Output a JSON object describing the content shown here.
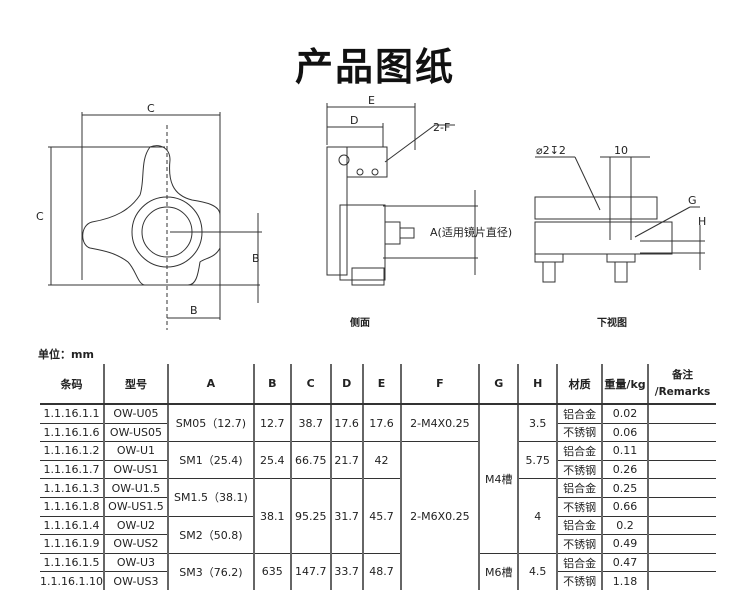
{
  "title": "产品图纸",
  "drawings": {
    "front": {
      "c_top": "C",
      "c_left": "C",
      "b_right": "B",
      "b_bottom": "B"
    },
    "side": {
      "e": "E",
      "d": "D",
      "f": "2-F",
      "a": "A(适用镜片直径)",
      "caption": "侧面"
    },
    "bottom": {
      "hole": "⌀2↧2",
      "ten": "10",
      "g": "G",
      "h": "H",
      "caption": "下视图"
    }
  },
  "unit_label": "单位：mm",
  "table": {
    "headers": [
      "条码",
      "型号",
      "A",
      "B",
      "C",
      "D",
      "E",
      "F",
      "G",
      "H",
      "材质",
      "重量/kg"
    ],
    "remarks_header": [
      "备注",
      "/Remarks"
    ],
    "codes": [
      "1.1.16.1.1",
      "1.1.16.1.6",
      "1.1.16.1.2",
      "1.1.16.1.7",
      "1.1.16.1.3",
      "1.1.16.1.8",
      "1.1.16.1.4",
      "1.1.16.1.9",
      "1.1.16.1.5",
      "1.1.16.1.10"
    ],
    "models": [
      "OW-U05",
      "OW-US05",
      "OW-U1",
      "OW-US1",
      "OW-U1.5",
      "OW-US1.5",
      "OW-U2",
      "OW-US2",
      "OW-U3",
      "OW-US3"
    ],
    "a": [
      "SM05（12.7)",
      "SM1（25.4)",
      "SM1.5（38.1)",
      "SM2（50.8)",
      "SM3（76.2)"
    ],
    "b": [
      "12.7",
      "25.4",
      "38.1",
      "635"
    ],
    "c": [
      "38.7",
      "66.75",
      "95.25",
      "147.7"
    ],
    "d": [
      "17.6",
      "21.7",
      "31.7",
      "33.7"
    ],
    "e": [
      "17.6",
      "42",
      "45.7",
      "48.7"
    ],
    "f": [
      "2-M4X0.25",
      "2-M6X0.25"
    ],
    "g": [
      "M4槽",
      "M6槽"
    ],
    "h": [
      "3.5",
      "5.75",
      "4",
      "4.5"
    ],
    "materials": [
      "铝合金",
      "不锈钢",
      "铝合金",
      "不锈钢",
      "铝合金",
      "不锈钢",
      "铝合金",
      "不锈钢",
      "铝合金",
      "不锈钢"
    ],
    "weights": [
      "0.02",
      "0.06",
      "0.11",
      "0.26",
      "0.25",
      "0.66",
      "0.2",
      "0.49",
      "0.47",
      "1.18"
    ]
  }
}
